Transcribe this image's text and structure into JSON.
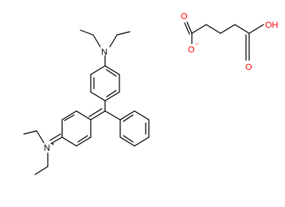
{
  "colors": {
    "background": "#ffffff",
    "bond": "#000000",
    "oxygen": "#ff0000",
    "nitrogen": "#000000"
  },
  "labels": {
    "amine_n": "N",
    "iminium_n": "N",
    "iminium_charge": "+",
    "carboxylate_o_double": "O",
    "carboxylate_o_single": "O",
    "carboxylate_charge": "−",
    "acid_o_double": "O",
    "acid_oh": "OH"
  }
}
